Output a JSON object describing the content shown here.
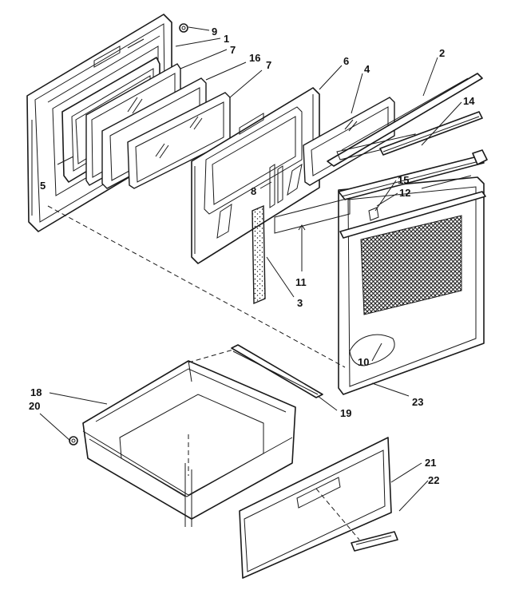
{
  "diagram": {
    "callouts": {
      "c1": "1",
      "c2": "2",
      "c3": "3",
      "c4": "4",
      "c5": "5",
      "c6": "6",
      "c7a": "7",
      "c7b": "7",
      "c8": "8",
      "c9": "9",
      "c10": "10",
      "c11": "11",
      "c12": "12",
      "c14": "14",
      "c15": "15",
      "c16": "16",
      "c18": "18",
      "c19": "19",
      "c20": "20",
      "c21": "21",
      "c22": "22",
      "c23": "23"
    },
    "colors": {
      "line": "#1a1a1a",
      "background": "#ffffff"
    }
  }
}
